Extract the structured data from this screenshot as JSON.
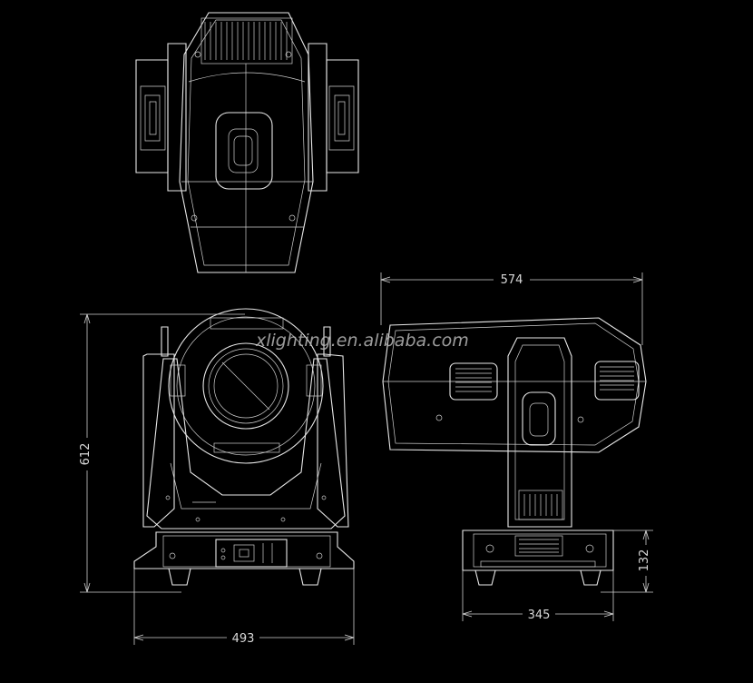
{
  "watermark": "xlighting.en.alibaba.com",
  "dimensions": {
    "top_width": "574",
    "front_height": "612",
    "front_width": "493",
    "side_base_width": "345",
    "side_base_height": "132"
  },
  "colors": {
    "background": "#000000",
    "line": "#e8e8e8"
  }
}
